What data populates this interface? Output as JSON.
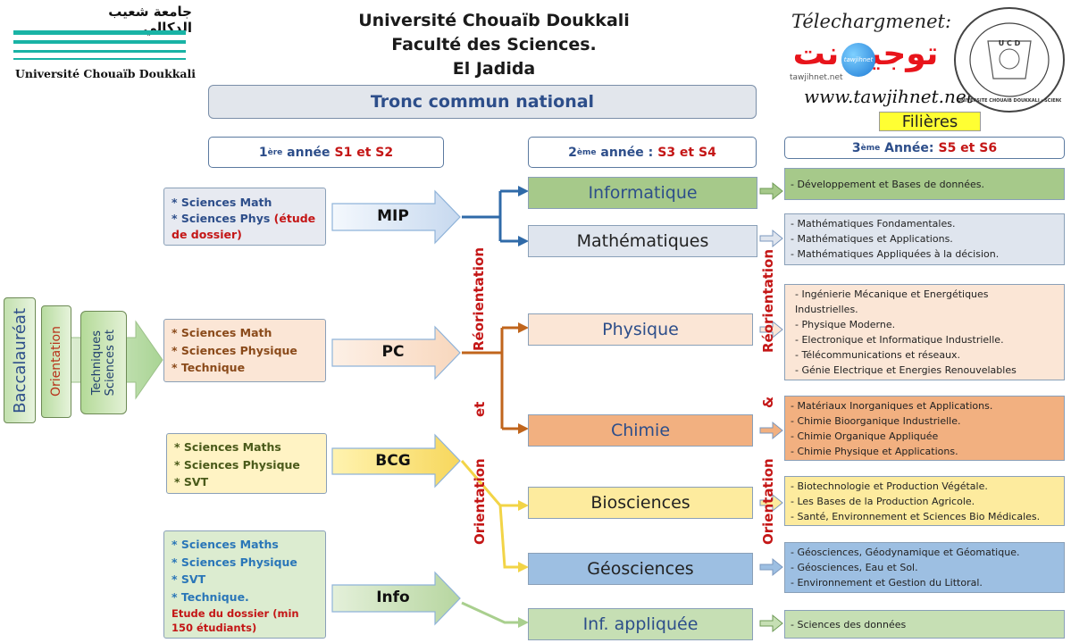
{
  "header": {
    "left_arabic": "جامعة شعيب الدكالي",
    "left_latin": "Université Chouaïb Doukkali",
    "title_line1": "Université Chouaïb Doukkali",
    "title_line2": "Faculté des Sciences.",
    "title_line3": "El Jadida",
    "banner": "Tronc commun national",
    "download_label": "Télechargmenet:",
    "brand_arabic": "توجيه نت",
    "brand_badge": "tawjihnet",
    "brand_small": "tawjihnet.net",
    "website": "www.tawjihnet.net",
    "filieres": "Filières",
    "seal_text": "UNIVERSITE CHOUAIB DOUKKALI · SCIENCES EL JADIDA MAROC",
    "seal_center": "U C D"
  },
  "years": {
    "y1_num": "1",
    "y1_sup": "ère",
    "y1_word": "année",
    "y1_sem": "S1 et S2",
    "y2_num": "2",
    "y2_sup": "ème",
    "y2_word": "année :",
    "y2_sem": "S3 et S4",
    "y3_num": "3",
    "y3_sup": "ème",
    "y3_word": "Année:",
    "y3_sem": "S5 et S6"
  },
  "left_column": {
    "baccalaureat": "Baccalauréat",
    "orientation": "Orientation",
    "sciences": "Sciences et",
    "techniques": "Techniques"
  },
  "bac_groups": {
    "mip": {
      "l1": "* Sciences Math",
      "l2": "* Sciences Phys",
      "l2_red": "(étude",
      "l3": "de dossier)"
    },
    "pc": {
      "l1": "* Sciences Math",
      "l2": "* Sciences Physique",
      "l3": "* Technique"
    },
    "bcg": {
      "l1": "* Sciences Maths",
      "l2": "* Sciences Physique",
      "l3": "* SVT"
    },
    "info": {
      "l1": "* Sciences Maths",
      "l2": "* Sciences Physique",
      "l3": "* SVT",
      "l4": "* Technique.",
      "l5": "Etude du dossier (min",
      "l6": "150 étudiants)"
    }
  },
  "tracks": {
    "mip": "MIP",
    "pc": "PC",
    "bcg": "BCG",
    "info": "Info"
  },
  "modules": {
    "informatique": "Informatique",
    "mathematiques": "Mathématiques",
    "physique": "Physique",
    "chimie": "Chimie",
    "biosciences": "Biosciences",
    "geosciences": "Géosciences",
    "inf_appliquee": "Inf. appliquée"
  },
  "connectors": {
    "reorientation": "Réorientation",
    "et": "et",
    "orientation": "Orientation",
    "ampersand": "&"
  },
  "specialisations": {
    "informatique": [
      "- Développement et Bases de données."
    ],
    "mathematiques": [
      "- Mathématiques Fondamentales.",
      "- Mathématiques et Applications.",
      "- Mathématiques Appliquées à la décision."
    ],
    "physique": [
      "- Ingénierie Mécanique et Energétiques",
      "Industrielles.",
      "- Physique Moderne.",
      "- Electronique et Informatique Industrielle.",
      "- Télécommunications et réseaux.",
      "- Génie Electrique et Energies Renouvelables"
    ],
    "chimie": [
      "- Matériaux Inorganiques et Applications.",
      "- Chimie Bioorganique Industrielle.",
      "- Chimie Organique Appliquée",
      "- Chimie Physique et Applications."
    ],
    "biosciences": [
      "- Biotechnologie et Production Végétale.",
      "- Les Bases de la Production Agricole.",
      "- Santé, Environnement et Sciences Bio Médicales."
    ],
    "geosciences": [
      "- Géosciences, Géodynamique et Géomatique.",
      "- Géosciences, Eau et Sol.",
      "- Environnement et Gestion du Littoral."
    ],
    "inf_appliquee": [
      "- Sciences des données"
    ]
  },
  "colors": {
    "informatique": "#a6c98a",
    "mathematiques": "#dfe5ee",
    "physique": "#fbe6d6",
    "chimie": "#f2b080",
    "biosciences": "#fdeb9e",
    "geosciences": "#9dbfe2",
    "inf_appliquee": "#c6dfb4",
    "red": "#c41616",
    "blue_text": "#2d4e8a"
  }
}
